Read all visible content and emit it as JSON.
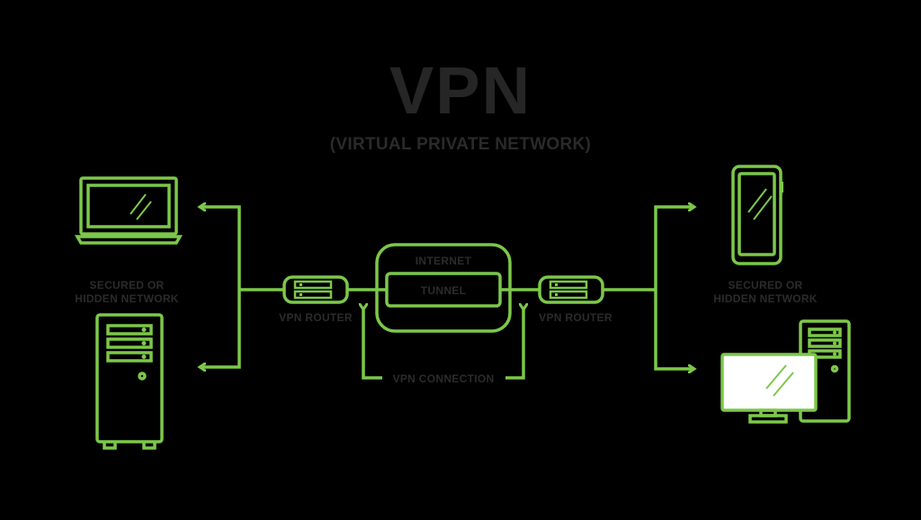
{
  "title": "VPN",
  "subtitle": "(VIRTUAL PRIVATE NETWORK)",
  "left_network": {
    "line1": "SECURED OR",
    "line2": "HIDDEN NETWORK"
  },
  "right_network": {
    "line1": "SECURED OR",
    "line2": "HIDDEN NETWORK"
  },
  "left_router_label": "VPN ROUTER",
  "right_router_label": "VPN ROUTER",
  "internet_label": "INTERNET",
  "tunnel_label": "TUNNEL",
  "connection_label": "VPN CONNECTION",
  "colors": {
    "accent": "#7CC84A",
    "background": "#000000",
    "text": "#2b2b2b",
    "screen_fill": "#ffffff"
  },
  "icons": [
    "laptop-icon",
    "server-tower-icon",
    "router-icon",
    "smartphone-icon",
    "monitor-icon"
  ]
}
